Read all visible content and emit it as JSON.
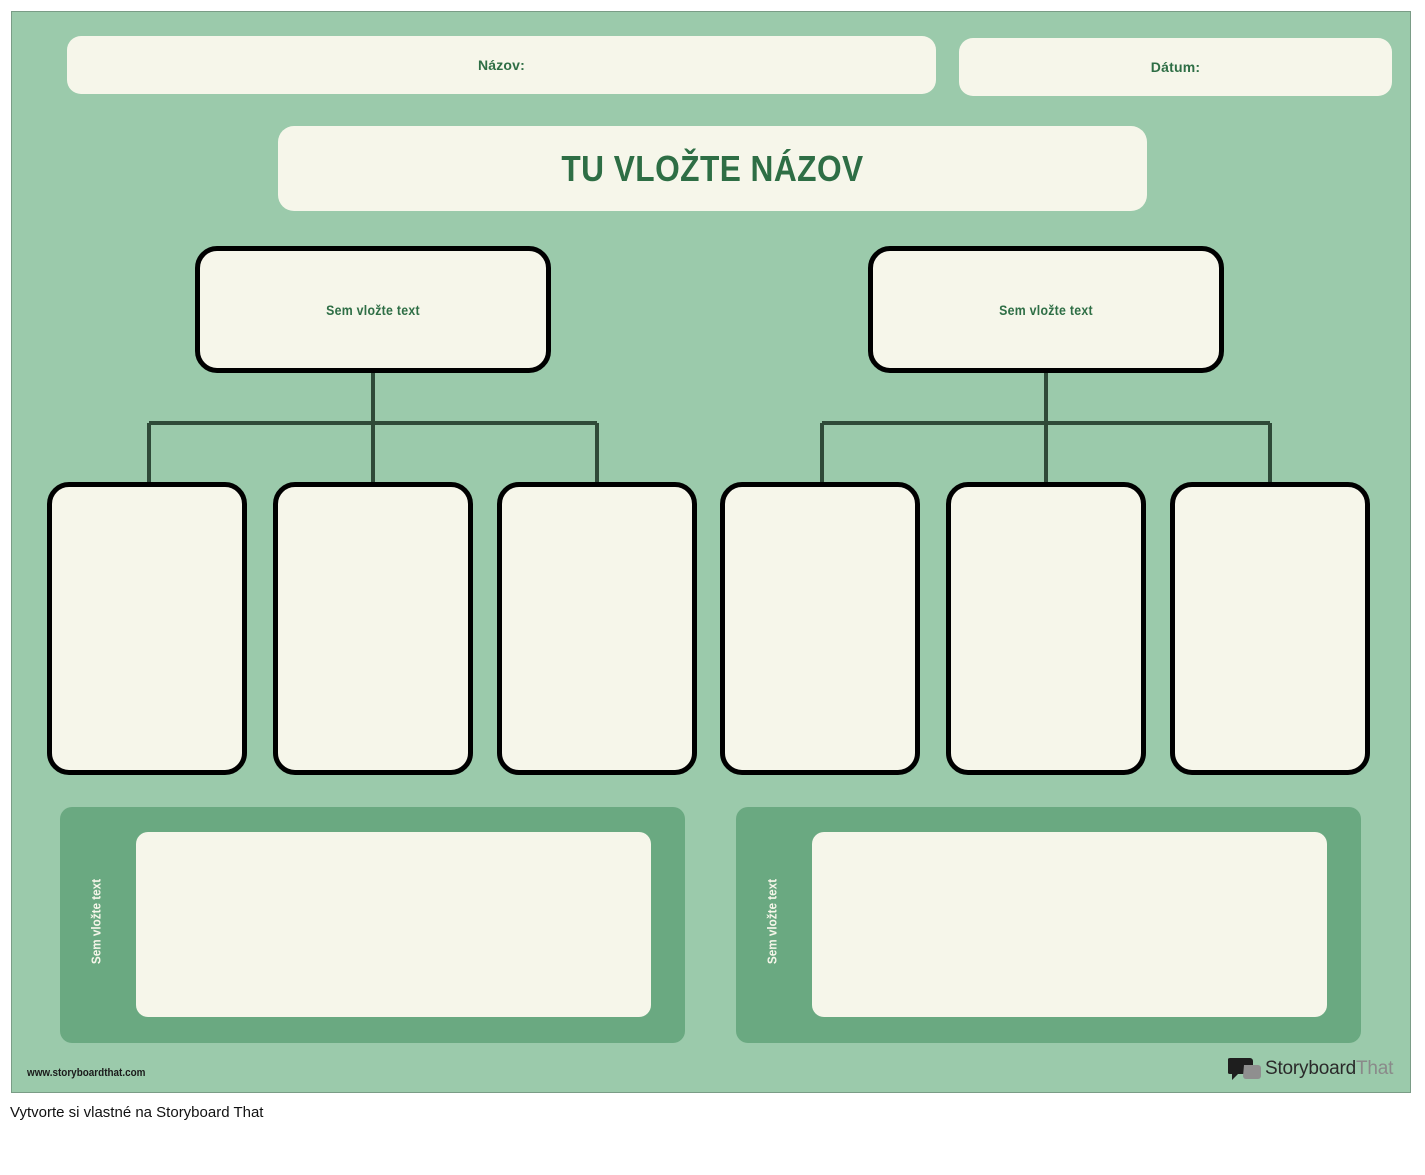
{
  "worksheet": {
    "name_label": "Názov:",
    "date_label": "Dátum:",
    "title": "TU VLOŽTE NÁZOV",
    "groups": [
      {
        "heading": "Sem vložte text",
        "children": [
          "",
          "",
          ""
        ]
      },
      {
        "heading": "Sem vložte text",
        "children": [
          "",
          "",
          ""
        ]
      }
    ],
    "panels": [
      {
        "side_label": "Sem vložte text",
        "content": ""
      },
      {
        "side_label": "Sem vložte text",
        "content": ""
      }
    ]
  },
  "footer": {
    "url": "www.storyboardthat.com",
    "brand_main": "Storyboard",
    "brand_suffix": "That",
    "brand_icon": "storyboard-that-speech-bubble-logo"
  },
  "caption": "Vytvorte si vlastné na Storyboard That",
  "colors": {
    "background": "#9bcaab",
    "cream": "#f6f6ea",
    "panel": "#6aa981",
    "text_green": "#2e6e45",
    "connector": "#2f4a38"
  }
}
